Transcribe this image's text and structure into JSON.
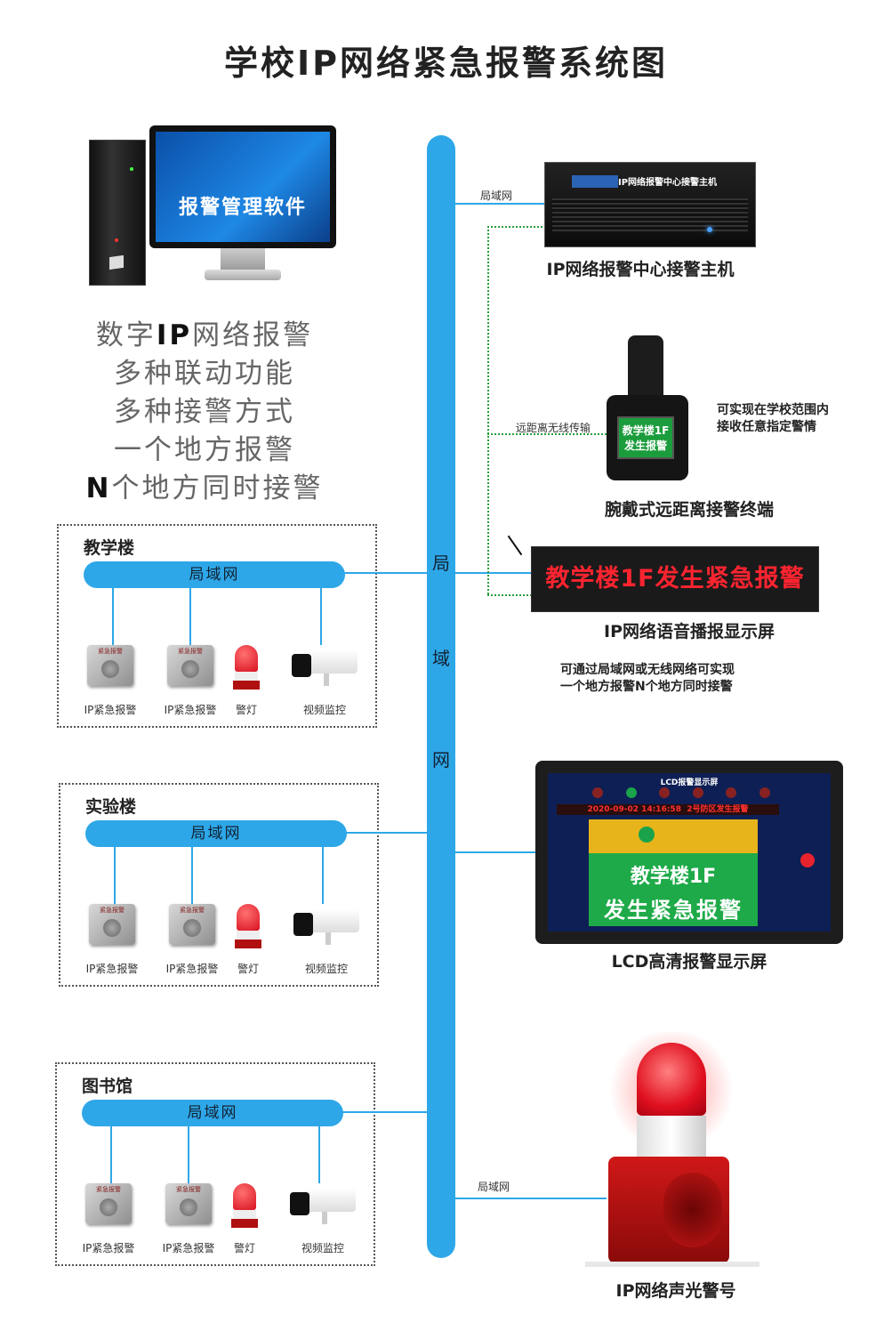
{
  "title": "学校IP网络紧急报警系统图",
  "software_label": "报警管理软件",
  "slogans": [
    {
      "pre": "数字",
      "bold": "IP",
      "post": "网络报警"
    },
    {
      "pre": "多种联动功能",
      "bold": "",
      "post": ""
    },
    {
      "pre": "多种接警方式",
      "bold": "",
      "post": ""
    },
    {
      "pre": "一个地方报警",
      "bold": "",
      "post": ""
    },
    {
      "pre": "",
      "bold": "N",
      "post": "个地方同时接警"
    }
  ],
  "trunk_chars": [
    "局",
    "域",
    "网"
  ],
  "lan_label": "局域网",
  "wireless_label": "远距离无线传输",
  "buildings": [
    {
      "name": "教学楼",
      "lan": "局域网",
      "devices": [
        "IP紧急报警",
        "IP紧急报警",
        "警灯",
        "视频监控"
      ]
    },
    {
      "name": "实验楼",
      "lan": "局域网",
      "devices": [
        "IP紧急报警",
        "IP紧急报警",
        "警灯",
        "视频监控"
      ]
    },
    {
      "name": "图书馆",
      "lan": "局域网",
      "devices": [
        "IP紧急报警",
        "IP紧急报警",
        "警灯",
        "视频监控"
      ]
    }
  ],
  "button_cap": "紧急报警",
  "host": {
    "panel": "IP网络报警中心接警主机",
    "caption": "IP网络报警中心接警主机"
  },
  "watch": {
    "screen_lines": [
      "教学楼1F",
      "发生报警"
    ],
    "caption": "腕戴式远距离接警终端",
    "note_lines": [
      "可实现在学校范围内",
      "接收任意指定警情"
    ]
  },
  "led": {
    "text": "教学楼1F发生紧急报警",
    "caption": "IP网络语音播报显示屏"
  },
  "note_center_lines": [
    "可通过局域网或无线网络可实现",
    "一个地方报警N个地方同时接警"
  ],
  "lcd": {
    "header": "LCD报警显示屏",
    "alarm_time": "2020-09-02 14:16:58",
    "alarm_msg": "2号防区发生报警",
    "big_lines": [
      "教学楼1F",
      "发生紧急报警"
    ],
    "caption": "LCD高清报警显示屏"
  },
  "siren": {
    "caption": "IP网络声光警号"
  },
  "colors": {
    "accent": "#2ea7e8",
    "wireless": "#2a9d3c",
    "alarm_red": "#e8232e",
    "alarm_green": "#2aa84a"
  }
}
